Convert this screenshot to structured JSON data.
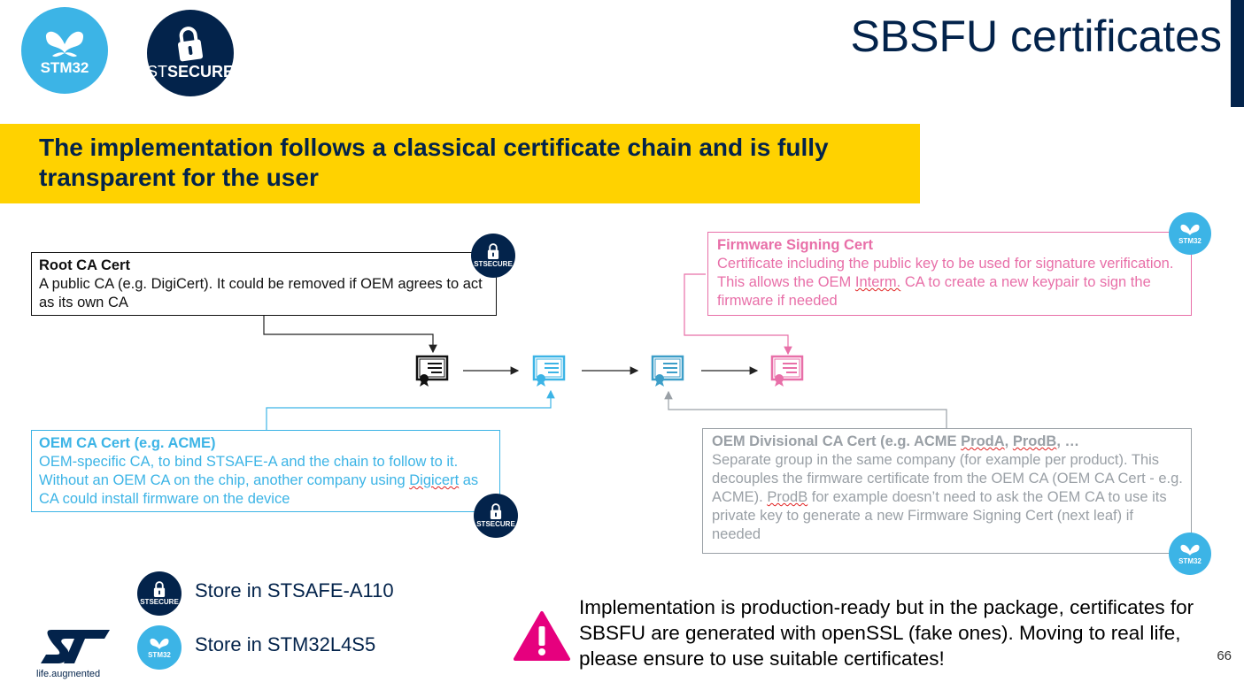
{
  "slide": {
    "title": "SBSFU certificates",
    "banner": "The implementation follows a classical certificate chain and is fully transparent for the user",
    "page_number": "66",
    "top_logos": {
      "stm32": "STM32",
      "stsecure_st": "ST",
      "stsecure_secure": "SECURE"
    }
  },
  "boxes": {
    "root": {
      "title": "Root CA Cert",
      "body": "A public CA (e.g. DigiCert). It could be removed if OEM agrees to act as its own CA"
    },
    "oem": {
      "title": "OEM CA Cert (e.g. ACME)",
      "body_a": "OEM-specific CA, to bind STSAFE-A and the chain to follow to it. Without an OEM CA on the chip, another company using ",
      "body_b": "Digicert",
      "body_c": " as CA could install firmware on the device"
    },
    "fw": {
      "title": "Firmware Signing Cert",
      "body_a": "Certificate including the public key to be used for signature verification. This allows the OEM ",
      "body_b": "Interm.",
      "body_c": " CA to create a new keypair to sign the firmware if needed"
    },
    "div": {
      "title_a": "OEM Divisional CA Cert (e.g. ACME ",
      "title_b": "ProdA",
      "title_c": ", ",
      "title_d": "ProdB",
      "title_e": ", …",
      "body_a": "Separate group in the same company (for example per product). This decouples the firmware certificate from the OEM CA (OEM CA Cert - e.g. ACME). ",
      "body_b": "ProdB",
      "body_c": " for example doesn’t need to ask the OEM CA to use its private key to generate a new Firmware Signing Cert (next leaf) if needed"
    }
  },
  "badges": {
    "stm32": "STM32",
    "stsecure": "STSECURE"
  },
  "legend": {
    "stsafe": "Store in STSAFE-A110",
    "stm32": "Store in STM32L4S5"
  },
  "note": "Implementation is production-ready but in the package, certificates for SBSFU are generated with openSSL (fake ones). Moving to real life, please ensure to use suitable certificates!",
  "brand": {
    "tagline": "life.augmented"
  },
  "colors": {
    "navy": "#03234b",
    "yellow": "#ffd200",
    "stm32_blue": "#3cb4e6",
    "pink": "#e86fa8",
    "gray": "#9aa0a6",
    "warning": "#e6007e"
  }
}
